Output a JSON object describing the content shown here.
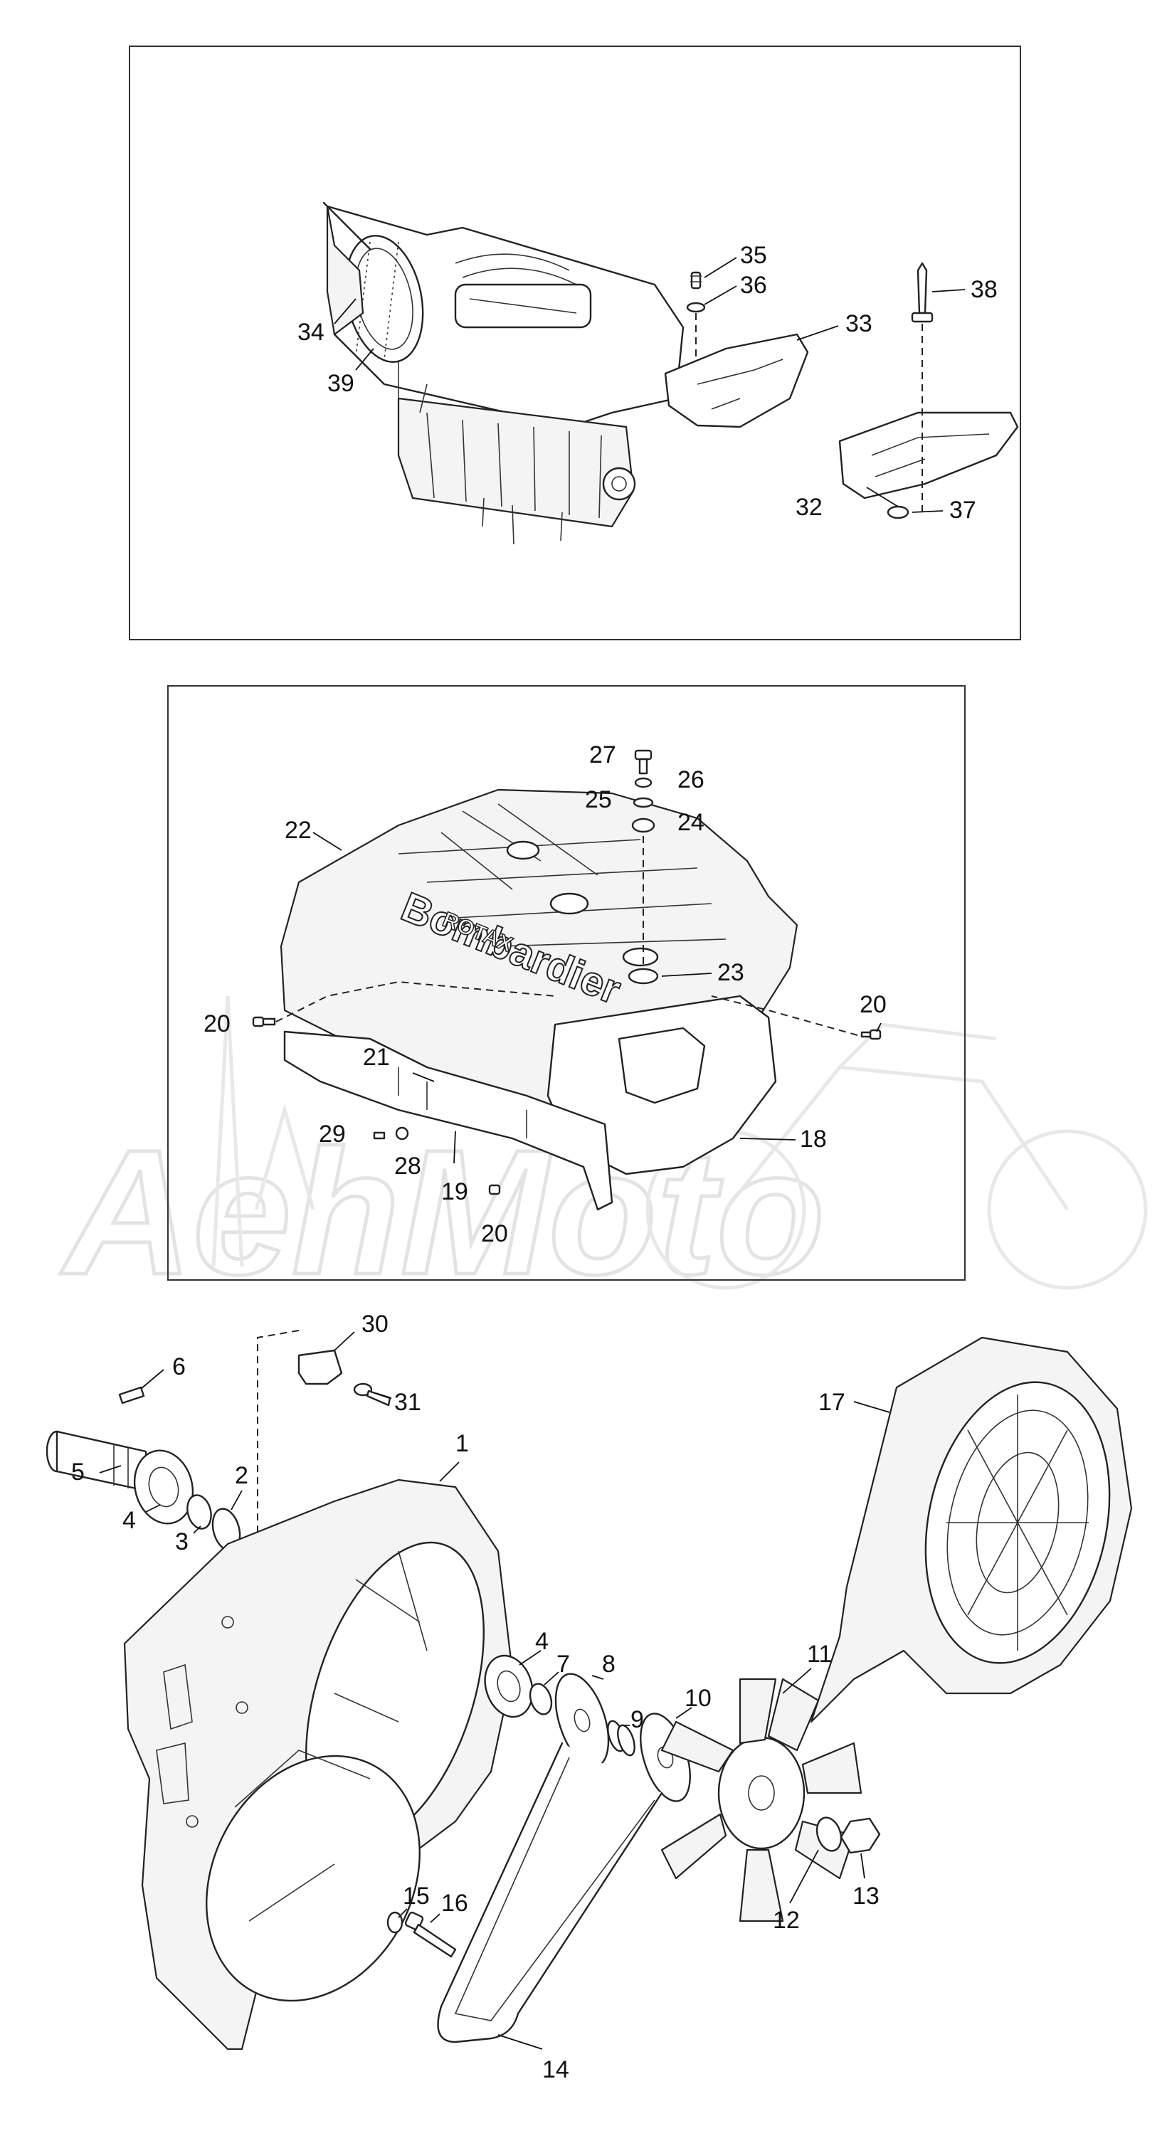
{
  "watermark": {
    "text": "AehMoto",
    "kind": "logo"
  },
  "panels": [
    {
      "id": "air-intake",
      "parts": [
        "rotary-valve-intake",
        "air-silencer-flange",
        "inlet-duct-33",
        "inlet-duct-32",
        "bolt-35",
        "washer-36",
        "pin-38",
        "clip-37",
        "ring-39"
      ],
      "callouts": [
        "34",
        "39",
        "35",
        "36",
        "33",
        "38",
        "32",
        "37"
      ]
    },
    {
      "id": "engine-cover",
      "brand_text": "Bombardier",
      "brand_subtext": "ROTAX",
      "callouts": [
        "27",
        "26",
        "25",
        "24",
        "22",
        "23",
        "20",
        "20",
        "21",
        "18",
        "29",
        "28",
        "19",
        "20"
      ]
    },
    {
      "id": "fan-assembly",
      "callouts": [
        "30",
        "31",
        "6",
        "5",
        "4",
        "3",
        "2",
        "1",
        "17",
        "4",
        "7",
        "8",
        "9",
        "10",
        "11",
        "15",
        "16",
        "12",
        "13",
        "14"
      ]
    }
  ]
}
